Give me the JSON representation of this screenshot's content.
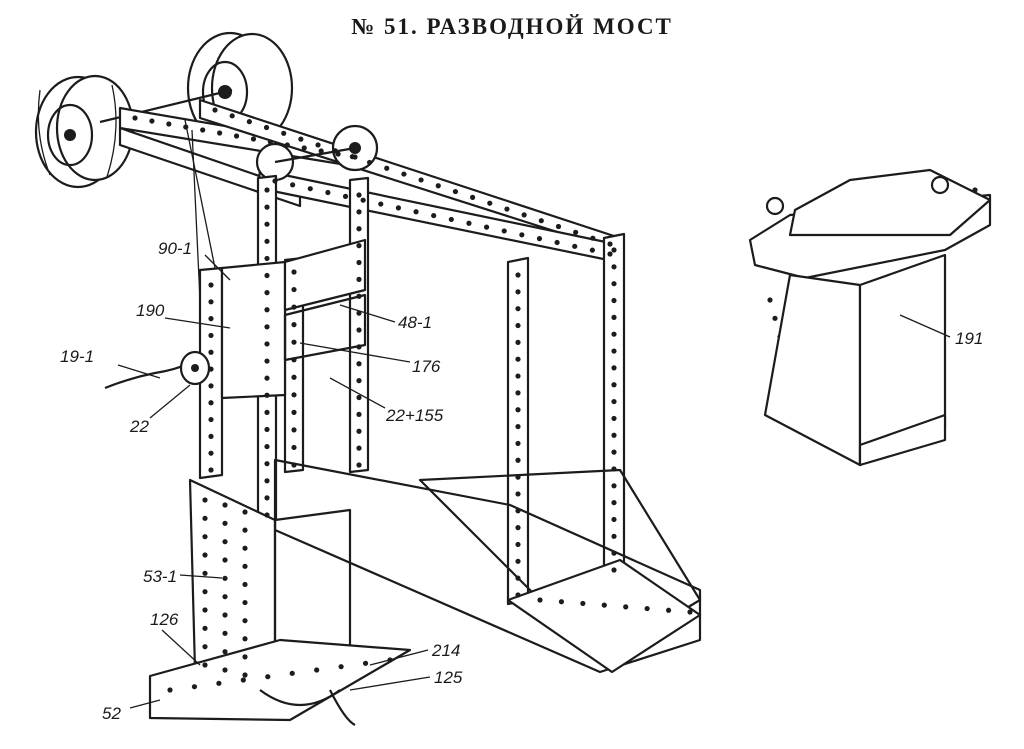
{
  "title": "№ 51. РАЗВОДНОЙ МОСТ",
  "parts": {
    "p90_1": "90-1",
    "p190": "190",
    "p48_1": "48-1",
    "p19_1": "19-1",
    "p176": "176",
    "p22": "22",
    "p22_155": "22+155",
    "p191": "191",
    "p53_1": "53-1",
    "p126": "126",
    "p214": "214",
    "p125": "125",
    "p52": "52"
  }
}
